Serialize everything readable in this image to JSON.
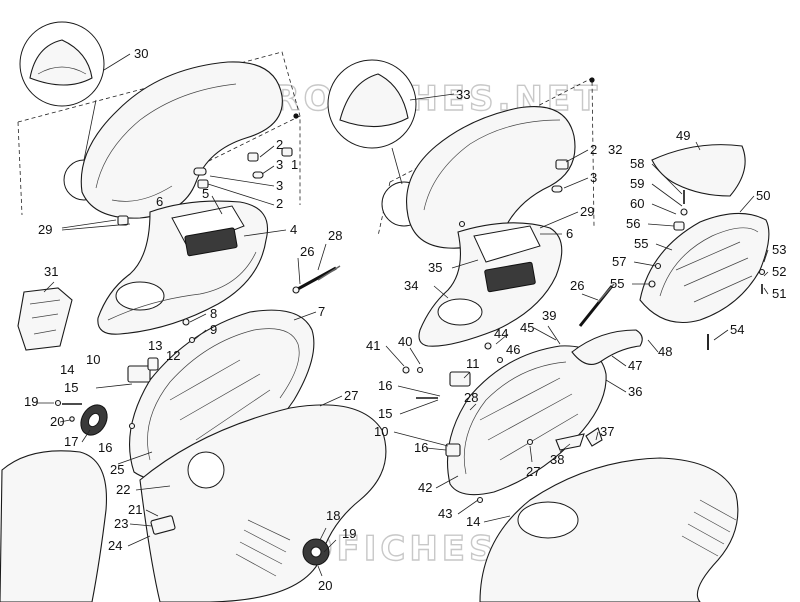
{
  "watermark": "MICROFICHES.NET",
  "callouts": {
    "c30": "30",
    "c29a": "29",
    "c2a": "2",
    "c3a": "3",
    "c1": "1",
    "c3b": "3",
    "c2b": "2",
    "c5": "5",
    "c6a": "6",
    "c4": "4",
    "c28a": "28",
    "c26a": "26",
    "c31": "31",
    "c8": "8",
    "c9": "9",
    "c7": "7",
    "c13": "13",
    "c12": "12",
    "c10a": "10",
    "c14a": "14",
    "c15a": "15",
    "c19a": "19",
    "c20a": "20",
    "c17": "17",
    "c16a": "16",
    "c25": "25",
    "c22": "22",
    "c21": "21",
    "c23": "23",
    "c24": "24",
    "c27a": "27",
    "c18": "18",
    "c19b": "19",
    "c20b": "20",
    "c33": "33",
    "c2c": "2",
    "c32": "32",
    "c3c": "3",
    "c29b": "29",
    "c6b": "6",
    "c35": "35",
    "c34": "34",
    "c26b": "26",
    "c41": "41",
    "c40": "40",
    "c44": "44",
    "c45": "45",
    "c39": "39",
    "c46": "46",
    "c11": "11",
    "c16b": "16",
    "c28b": "28",
    "c15b": "15",
    "c10b": "10",
    "c16c": "16",
    "c42": "42",
    "c43": "43",
    "c14b": "14",
    "c27b": "27",
    "c38": "38",
    "c37": "37",
    "c36": "36",
    "c47": "47",
    "c48": "48",
    "c49": "49",
    "c58": "58",
    "c59": "59",
    "c60": "60",
    "c56": "56",
    "c55a": "55",
    "c50": "50",
    "c57": "57",
    "c55b": "55",
    "c53": "53",
    "c52": "52",
    "c51": "51",
    "c54": "54"
  }
}
